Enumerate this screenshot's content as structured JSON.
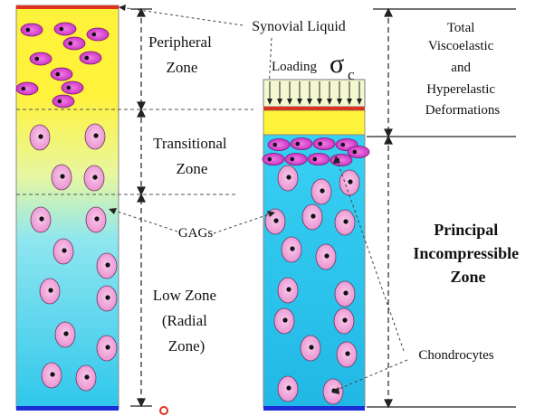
{
  "labels": {
    "peripheral_zone": [
      "Peripheral",
      "Zone"
    ],
    "transitional_zone": [
      "Transitional",
      "Zone"
    ],
    "low_zone": [
      "Low Zone",
      "(Radial",
      "Zone)"
    ],
    "synovial_liquid": "Synovial Liquid",
    "loading": "Loading",
    "sigma_symbol": "σ",
    "sigma_subscript": "c",
    "gags": "GAGs",
    "total_deformations": [
      "Total",
      "Viscoelastic",
      "and",
      "Hyperelastic",
      "Deformations"
    ],
    "principal_zone": [
      "Principal",
      "Incompressible",
      "Zone"
    ],
    "chondrocytes": "Chondrocytes"
  },
  "colors": {
    "top_surface": "#e0301e",
    "bottom_surface": "#1a2fd6",
    "zone_yellow": "#fff23a",
    "zone_cyan": "#2ec7ec",
    "flat_cell": "#d93ad0",
    "round_cell": "#f2a9dc",
    "nucleus": "#111111",
    "dashed_line": "#555555",
    "text": "#111111"
  },
  "icons": {
    "loading_arrows": "down-arrow-icon",
    "marker": "red-circle-marker-icon"
  }
}
